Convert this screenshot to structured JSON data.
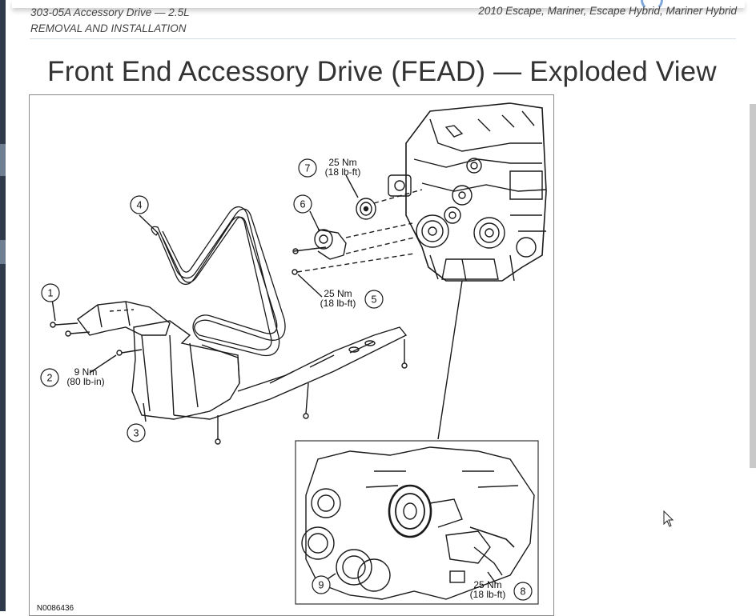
{
  "header": {
    "section": "303-05A Accessory Drive — 2.5L",
    "procedure": "REMOVAL AND INSTALLATION",
    "vehicle": "2010 Escape, Mariner, Escape Hybrid, Mariner Hybrid"
  },
  "page_title": "Front End Accessory Drive (FEAD) — Exploded View",
  "figure": {
    "id": "N0086436",
    "callouts": [
      {
        "num": "1"
      },
      {
        "num": "2",
        "torque_nm": "9 Nm",
        "torque_imp": "(80 lb-in)"
      },
      {
        "num": "3"
      },
      {
        "num": "4"
      },
      {
        "num": "5",
        "torque_nm": "25 Nm",
        "torque_imp": "(18 lb-ft)"
      },
      {
        "num": "6"
      },
      {
        "num": "7",
        "torque_nm": "25 Nm",
        "torque_imp": "(18 lb-ft)"
      },
      {
        "num": "8",
        "torque_nm": "25 Nm",
        "torque_imp": "(18 lb-ft)"
      },
      {
        "num": "9"
      }
    ]
  },
  "colors": {
    "line": "#1a1a1a",
    "border": "#8a8a8a",
    "title": "#333333"
  }
}
